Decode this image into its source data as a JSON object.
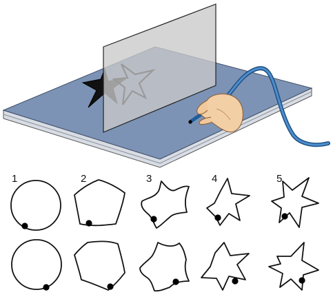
{
  "colors": {
    "tablet_top": "#7d93b5",
    "tablet_side": "#d6dbe3",
    "mirror": "#c8c8c8",
    "cable": "#2f6ea8",
    "hand": "#f3cfa6",
    "ink": "#111111"
  },
  "illustration": {
    "elements": [
      "tablet",
      "mirror-panel",
      "star-target",
      "mirror-reflection",
      "stylus",
      "hand"
    ]
  },
  "trials": {
    "labels": [
      "1",
      "2",
      "3",
      "4",
      "5"
    ],
    "shapes": [
      "circle",
      "pentagon",
      "concave-pentagon",
      "five-point-star",
      "irregular-star"
    ]
  }
}
